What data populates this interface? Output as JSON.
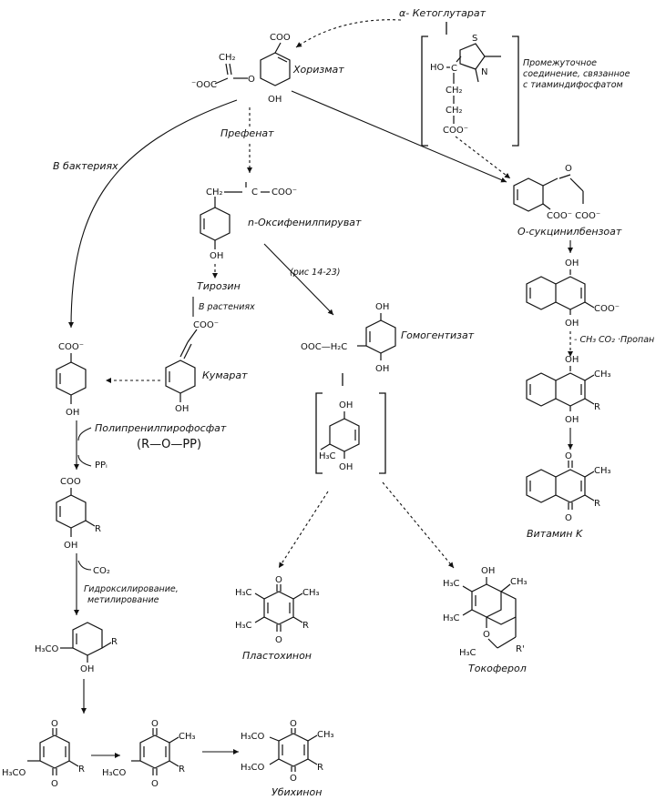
{
  "labels": {
    "ketoglutarate": "α- Кетоглутарат",
    "chorismate": "Хоризмат",
    "intermediate_1": "Промежуточное",
    "intermediate_2": "соединение, связанное",
    "intermediate_3": "с тиаминдифосфатом",
    "prephenate": "Префенат",
    "in_bacteria": "В бактериях",
    "hydroxyphenylpyruvate": "n-Оксифенилпируват",
    "succinylbenzoate": "О-сукцинилбензоат",
    "tyrosine": "Тирозин",
    "in_plants": "В растениях",
    "fig_ref": "(рис 14-23)",
    "homogentisate": "Гомогентизат",
    "coumarate": "Кумарат",
    "polyprenyl": "Полипренилпирофосфат",
    "rpp": "(R—O—PP)",
    "ppi": "PPᵢ",
    "co2": "CO₂",
    "hydroxylation_1": "Гидроксилирование,",
    "hydroxylation_2": "метилирование",
    "plastoquinone": "Пластохинон",
    "tocopherol": "Токоферол",
    "vitamin_k": "Витамин K",
    "ubiquinone": "Убихинон"
  },
  "atoms": {
    "coo": "COO",
    "coo_minus": "COO⁻",
    "ooc_minus": "⁻OOC",
    "ch2": "CH₂",
    "ch3": "CH₃",
    "h3c": "H₃C",
    "h3co": "H₃CO",
    "oh": "OH",
    "ho": "HO",
    "o": "O",
    "r": "R",
    "r_prime": "R'",
    "s": "S",
    "n": "N",
    "c": "C",
    "coo_coo": "COO⁻ COO⁻",
    "ooc_h2c": "OOC—H₂C",
    "decarb": "- CH₃  CO₂ ·Пропан"
  }
}
